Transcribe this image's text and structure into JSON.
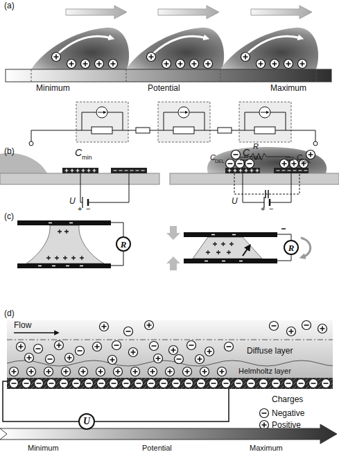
{
  "diagram": {
    "nodes": [
      {
        "text": [
          "R"
        ]
      },
      {
        "text": [
          "R"
        ]
      },
      {
        "text": [
          "U"
        ]
      }
    ],
    "labels": [
      "(a)",
      "Minimum",
      "Potential",
      "Maximum",
      "(b)",
      "C",
      "min",
      "C",
      "max",
      "C",
      "DEL",
      "C",
      "DEL",
      "R",
      "U",
      "+",
      "−",
      "U",
      "+",
      "−",
      "(c)",
      "(d)",
      "Flow",
      "Diffuse layer",
      "Helmholtz layer",
      "Charges",
      "Minimum",
      "Potential",
      "Maximum"
    ],
    "legend": [
      {
        "text": "Negative"
      },
      {
        "text": "Positive"
      }
    ]
  }
}
